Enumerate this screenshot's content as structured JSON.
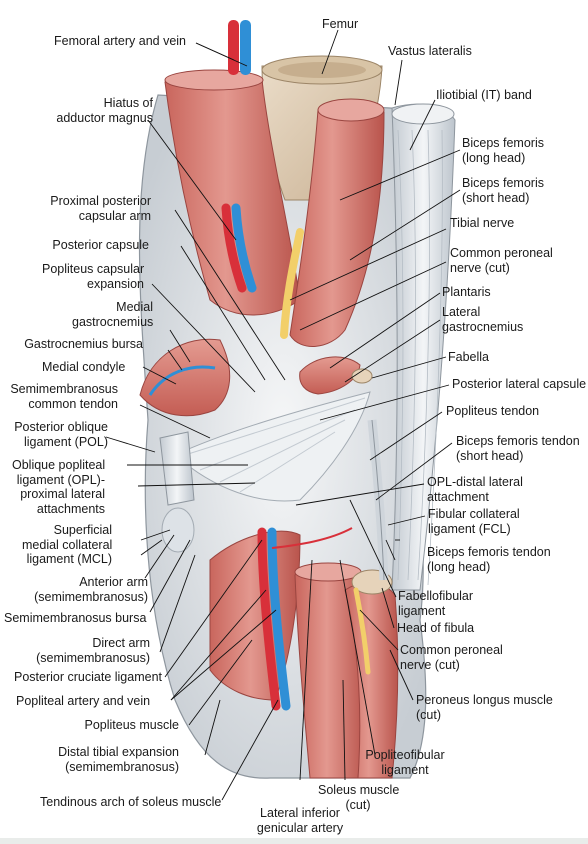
{
  "labels": {
    "femoral_artery_vein": "Femoral artery and vein",
    "femur": "Femur",
    "vastus_lateralis": "Vastus lateralis",
    "hiatus_1": "Hiatus of",
    "hiatus_2": "adductor magnus",
    "it_band": "Iliotibial (IT) band",
    "biceps_long_1": "Biceps femoris",
    "biceps_long_2": "(long head)",
    "biceps_short_1": "Biceps femoris",
    "biceps_short_2": "(short head)",
    "prox_post_1": "Proximal posterior",
    "prox_post_2": "capsular arm",
    "tibial_nerve": "Tibial nerve",
    "post_capsule": "Posterior capsule",
    "common_peroneal_1": "Common peroneal",
    "common_peroneal_2": "nerve (cut)",
    "pop_cap_1": "Popliteus capsular",
    "pop_cap_2": "expansion",
    "plantaris": "Plantaris",
    "med_gastroc_1": "Medial",
    "med_gastroc_2": "gastrocnemius",
    "lat_gastroc_1": "Lateral",
    "lat_gastroc_2": "gastrocnemius",
    "gastroc_bursa": "Gastrocnemius bursa",
    "fabella": "Fabella",
    "medial_condyle": "Medial condyle",
    "post_lat_capsule": "Posterior lateral capsule",
    "semimemb_common_1": "Semimembranosus",
    "semimemb_common_2": "common tendon",
    "popliteus_tendon": "Popliteus tendon",
    "pol_1": "Posterior oblique",
    "pol_2": "ligament (POL)",
    "biceps_tendon_short_1": "Biceps femoris tendon",
    "biceps_tendon_short_2": "(short head)",
    "opl_1": "Oblique popliteal",
    "opl_2": "ligament (OPL)-",
    "opl_3": "proximal lateral",
    "opl_4": "attachments",
    "opl_distal_1": "OPL-distal lateral",
    "opl_distal_2": "attachment",
    "smcl_1": "Superficial",
    "smcl_2": "medial collateral",
    "smcl_3": "ligament (MCL)",
    "fcl_1": "Fibular collateral",
    "fcl_2": "ligament (FCL)",
    "ant_arm_1": "Anterior arm",
    "ant_arm_2": "(semimembranosus)",
    "biceps_tendon_long_1": "Biceps femoris tendon",
    "biceps_tendon_long_2": "(long head)",
    "semimemb_bursa": "Semimembranosus bursa",
    "fabellofibular_1": "Fabellofibular",
    "fabellofibular_2": "ligament",
    "direct_arm_1": "Direct arm",
    "direct_arm_2": "(semimembranosus)",
    "head_fibula": "Head of fibula",
    "pcl": "Posterior cruciate ligament",
    "common_peroneal_b_1": "Common peroneal",
    "common_peroneal_b_2": "nerve (cut)",
    "popliteal_av": "Popliteal artery and vein",
    "peroneus_longus_1": "Peroneus longus muscle",
    "peroneus_longus_2": "(cut)",
    "popliteus_muscle": "Popliteus muscle",
    "distal_tibial_1": "Distal tibial expansion",
    "distal_tibial_2": "(semimembranosus)",
    "popliteofibular_1": "Popliteofibular",
    "popliteofibular_2": "ligament",
    "tendinous_arch": "Tendinous arch of soleus muscle",
    "soleus_1": "Soleus muscle",
    "soleus_2": "(cut)",
    "lat_inf_gen_1": "Lateral inferior",
    "lat_inf_gen_2": "genicular artery"
  },
  "colors": {
    "muscle": "#d9877e",
    "muscle_dark": "#b9544c",
    "tendon": "#e8ecef",
    "tendon_shade": "#b8c0c8",
    "artery": "#d8303a",
    "vein": "#2f8fd6",
    "nerve": "#f2cf6a",
    "bone": "#ddc9b0",
    "leader": "#111111"
  }
}
